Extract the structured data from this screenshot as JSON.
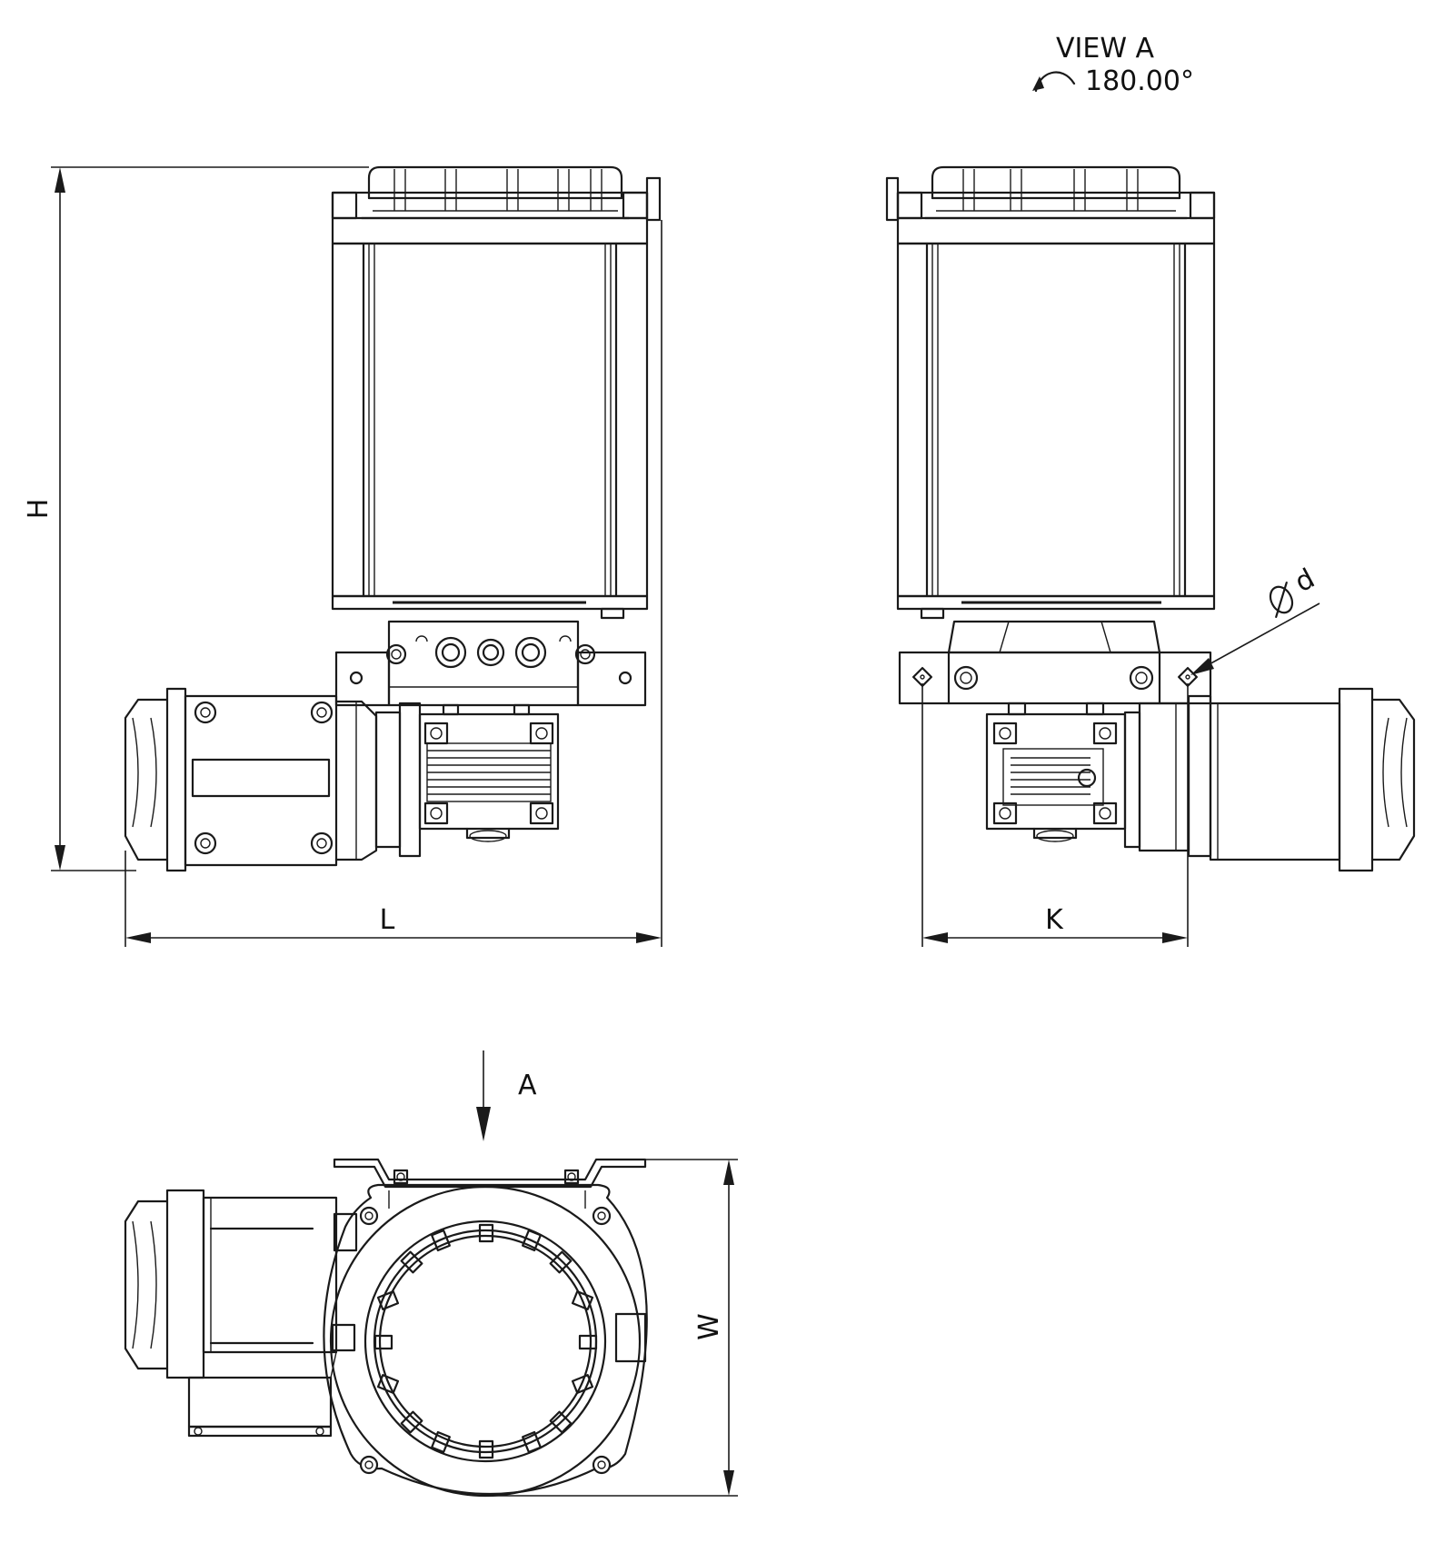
{
  "view_title": {
    "name": "VIEW A",
    "rotation": "180.00°"
  },
  "dimensions": {
    "height": "H",
    "length": "L",
    "k_spacing": "K",
    "width": "W",
    "diameter": "d"
  },
  "view_arrow": {
    "label": "A"
  }
}
